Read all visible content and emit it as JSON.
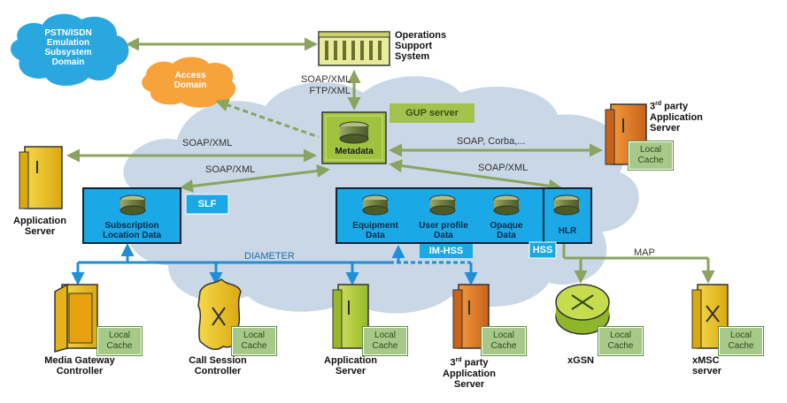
{
  "nodes": {
    "pstn": "PSTN/ISDN\nEmulation\nSubsystem\nDomain",
    "access": "Access\nDomain",
    "oss": "Operations\nSupport\nSystem",
    "gup": "GUP server",
    "metadata": "Metadata",
    "third_party_top": {
      "prefix": "3",
      "sup": "rd",
      "rest": " party\nApplication\nServer"
    },
    "app_server_left": "Application\nServer",
    "slf_box": "Subscription\nLocation Data",
    "slf_tag": "SLF",
    "equipment": "Equipment\nData",
    "user_profile": "User profile\nData",
    "opaque": "Opaque\nData",
    "imhss_tag": "IM-HSS",
    "hlr": "HLR",
    "hss_tag": "HSS",
    "mgc": "Media Gateway\nController",
    "csc": "Call Session\nController",
    "app_server_bottom": "Application\nServer",
    "third_party_bottom": {
      "prefix": "3",
      "sup": "rd",
      "rest": " party\nApplication\nServer"
    },
    "xgsn": "xGSN",
    "xmsc": "xMSC\nserver",
    "local_cache": "Local\nCache"
  },
  "protocols": {
    "soap_ftp": "SOAP/XML\nFTP/XML",
    "soap_left": "SOAP/XML",
    "soap_mid": "SOAP/XML",
    "soap_corba": "SOAP, Corba,...",
    "soap_right": "SOAP/XML",
    "diameter": "DIAMETER",
    "map": "MAP"
  },
  "colors": {
    "cloud": "#c9d7e6",
    "blue_cloud": "#2aa7df",
    "orange_cloud": "#f7a23a",
    "arrow_green": "#8aa35f",
    "arrow_blue": "#1f8fd6",
    "box_blue": "#1aa9e6",
    "tag_green": "#a2c24d",
    "server_yellow": "#f0c419",
    "server_orange": "#e27a1d",
    "server_green": "#b7cf3a"
  }
}
